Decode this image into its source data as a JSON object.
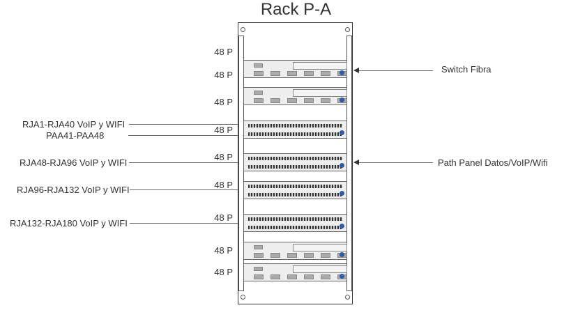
{
  "title": "Rack P-A",
  "ports_label": "48 P",
  "port_labels": [
    "48 P",
    "48 P",
    "48 P",
    "48 P",
    "48 P",
    "48 P",
    "48 P",
    "48 P",
    "48 P"
  ],
  "left_labels": [
    "RJA1-RJA40 VoIP y WIFI",
    "PAA41-PAA48",
    "RJA48-RJA96 VoIP y WIFI",
    "RJA96-RJA132 VoIP y WIFI",
    "RJA132-RJA180 VoIP y WIFI"
  ],
  "right_labels": [
    "Switch Fibra",
    "Path Panel Datos/VoIP/Wifi"
  ],
  "units": [
    {
      "type": "switch"
    },
    {
      "type": "switch"
    },
    {
      "type": "patch"
    },
    {
      "type": "patch"
    },
    {
      "type": "patch"
    },
    {
      "type": "patch"
    },
    {
      "type": "switch"
    },
    {
      "type": "switch"
    }
  ]
}
